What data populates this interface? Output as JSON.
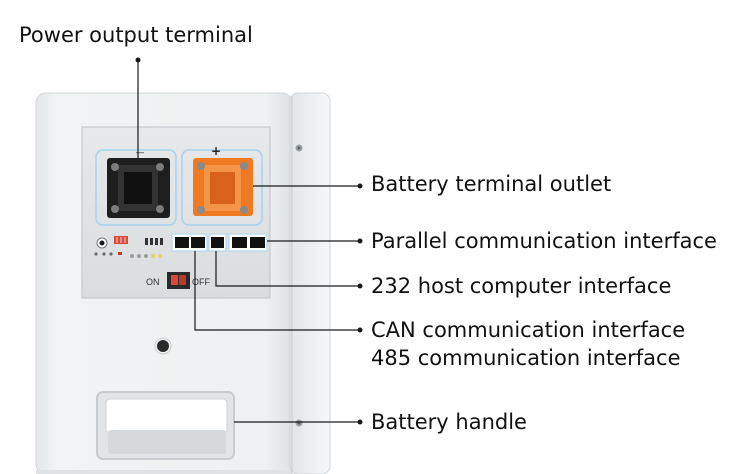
{
  "labels": {
    "power_output_terminal": "Power output terminal",
    "battery_terminal_outlet": "Battery terminal outlet",
    "parallel_communication_interface": "Parallel communication interface",
    "host_computer_interface_232": "232 host computer interface",
    "can_communication_interface": "CAN communication interface",
    "communication_interface_485": "485 communication interface",
    "battery_handle": "Battery handle"
  },
  "panel": {
    "switch_on": "ON",
    "switch_off": "OFF",
    "positive_mark": "+",
    "negative_mark": "—"
  },
  "colors": {
    "device_body": "#eef0f1",
    "terminal_negative": "#1e1e1e",
    "terminal_positive": "#f07a22",
    "connector_frame": "#9ecdea",
    "leader_line": "#1a1a1a"
  }
}
